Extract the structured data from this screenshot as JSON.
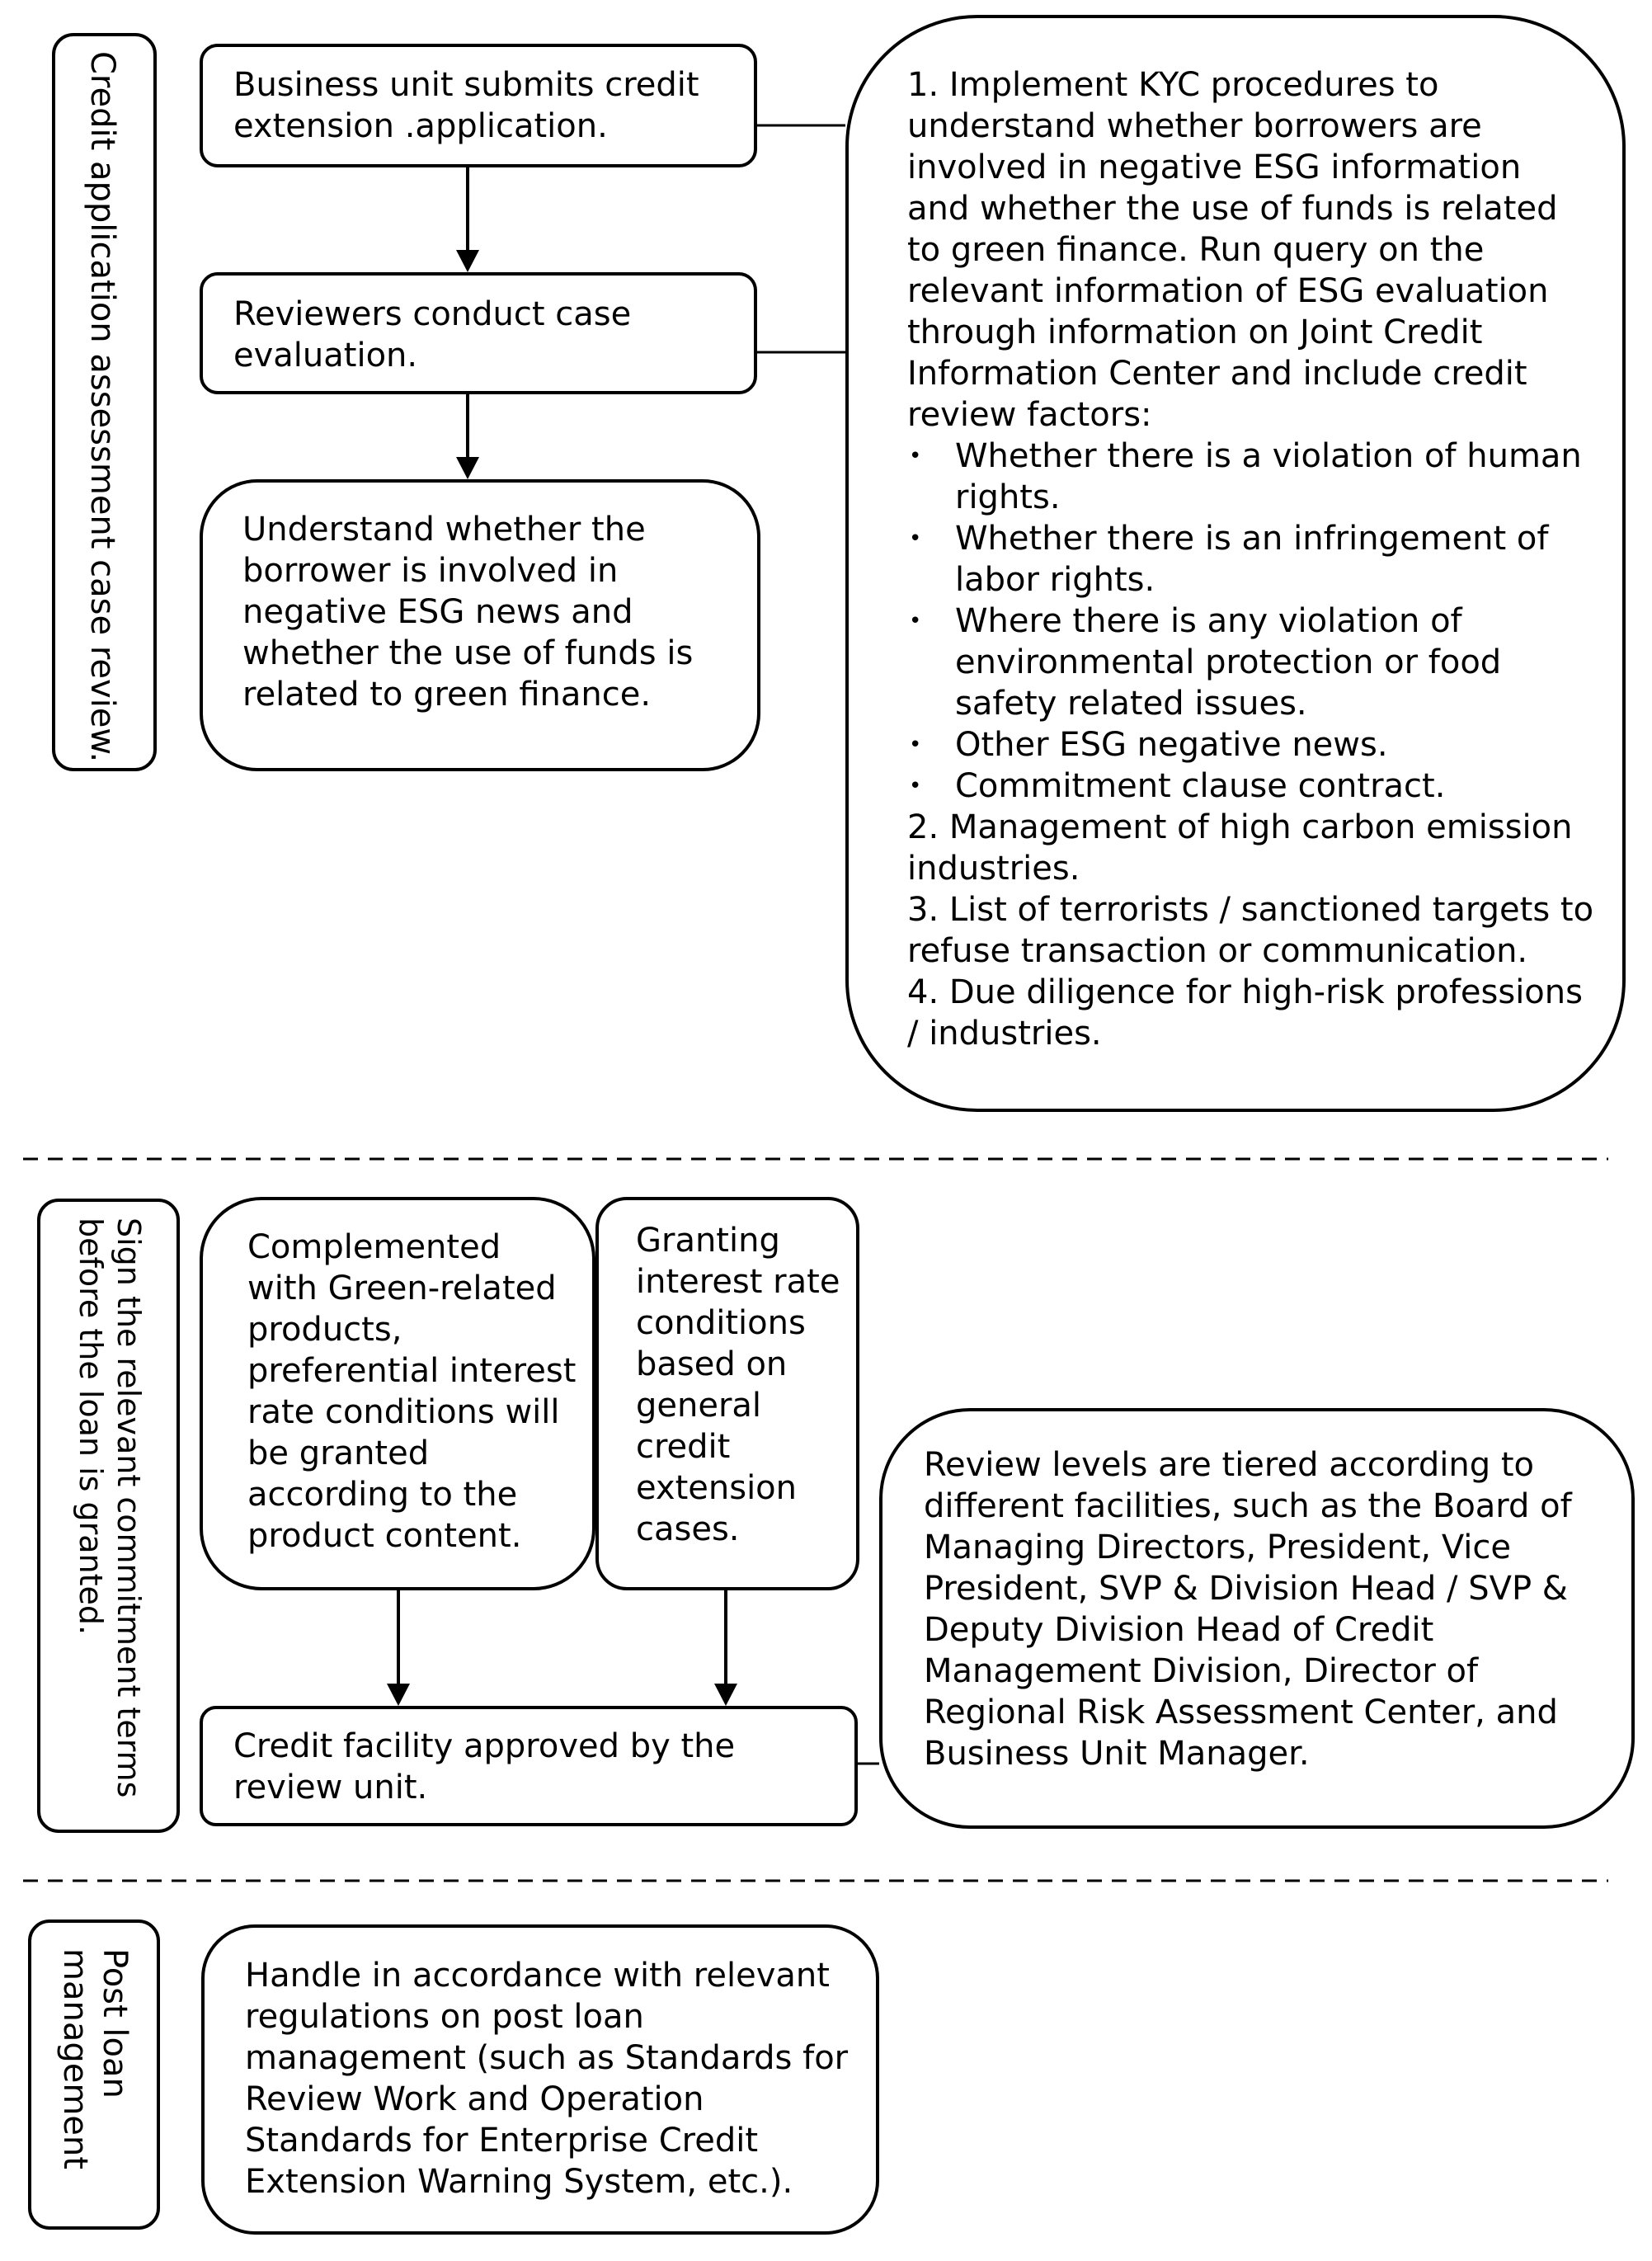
{
  "lanes": {
    "credit_application": "Credit application assessment case review.",
    "sign_terms": [
      "Sign the relevant commitment terms",
      "before the loan is granted."
    ],
    "post_loan": [
      "Post loan",
      "management"
    ]
  },
  "section1": {
    "submit_box": [
      "Business unit submits credit",
      "extension .application."
    ],
    "review_box": [
      "Reviewers conduct case",
      "evaluation."
    ],
    "understand_box": [
      "Understand whether the",
      "borrower is involved in",
      "negative ESG news and",
      "whether the use of funds is",
      "related to green finance."
    ],
    "details": {
      "item1_lines": [
        "1. Implement KYC procedures to",
        "understand whether borrowers are",
        "involved in negative ESG information",
        "and whether the use of funds is related",
        "to green finance. Run query on the",
        "relevant information of ESG evaluation",
        "through information on Joint Credit",
        "Information Center and include credit",
        "review factors:"
      ],
      "bullet_symbol": "•",
      "bullets": [
        [
          "Whether there is a violation of human",
          "rights."
        ],
        [
          "Whether there is an infringement of",
          "labor rights."
        ],
        [
          "Where there is any violation of",
          "environmental protection or food",
          "safety related issues."
        ],
        [
          "Other ESG negative news."
        ],
        [
          "Commitment clause contract."
        ]
      ],
      "item2_lines": [
        "2. Management of high carbon emission",
        "industries."
      ],
      "item3_lines": [
        "3. List of terrorists / sanctioned targets to",
        "refuse transaction or communication."
      ],
      "item4_lines": [
        "4. Due diligence for high-risk professions",
        "/ industries."
      ]
    }
  },
  "section2": {
    "green_box": [
      "Complemented",
      "with Green-related",
      "products,",
      "preferential interest",
      "rate conditions will",
      "be granted",
      "according to the",
      "product content."
    ],
    "general_box": [
      "Granting",
      "interest rate",
      "conditions",
      "based on",
      "general",
      "credit",
      "extension",
      "cases."
    ],
    "approved_box": [
      "Credit facility approved by the",
      "review unit."
    ],
    "levels_box": [
      "Review levels are tiered according to",
      "different facilities, such as the Board of",
      "Managing Directors, President, Vice",
      "President, SVP & Division Head / SVP &",
      "Deputy Division Head of Credit",
      "Management Division, Director of",
      "Regional Risk Assessment Center, and",
      "Business Unit Manager."
    ]
  },
  "section3": {
    "handle_box": [
      "Handle in accordance with relevant",
      "regulations on post loan",
      "management (such as Standards for",
      "Review Work and Operation",
      "Standards for Enterprise Credit",
      "Extension Warning System, etc.)."
    ]
  }
}
